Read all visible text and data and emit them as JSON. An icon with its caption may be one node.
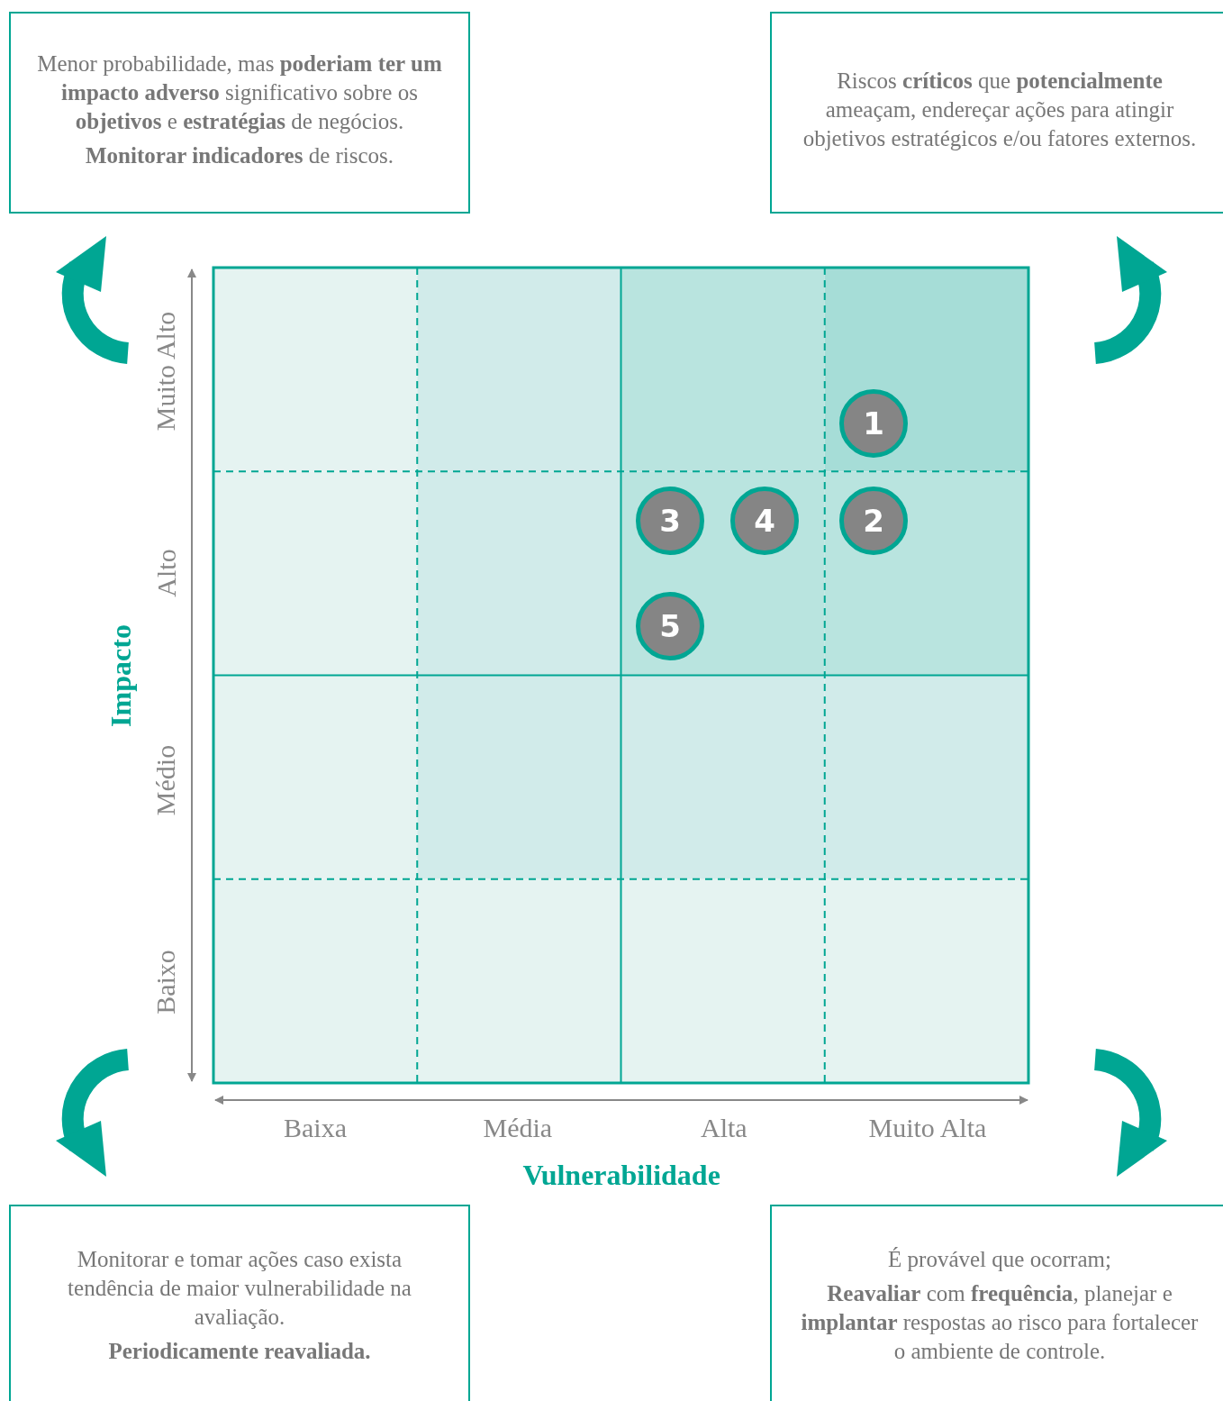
{
  "diagram": {
    "nodes": [
      {
        "text": [
          "Menor probabilidade, mas **poderiam ter um impacto adverso** significativo sobre os **objetivos** e **estratégias** de negócios.",
          "**Monitorar indicadores** de riscos."
        ]
      },
      {
        "text": [
          "Riscos **críticos** que **potencialmente** ameaçam, endereçar ações para atingir objetivos estratégicos e/ou fatores externos."
        ]
      },
      {
        "text": [
          "Monitorar e tomar ações caso exista tendência de maior vulnerabilidade na avaliação.",
          "Periodicamente reavaliada."
        ]
      },
      {
        "text": [
          "É provável que ocorram;",
          "**Reavaliar** com **frequência**, planejar e **implantar** respostas ao risco para fortalecer o ambiente de controle."
        ]
      },
      {
        "text": [
          "1"
        ]
      },
      {
        "text": [
          "3"
        ]
      },
      {
        "text": [
          "4"
        ]
      },
      {
        "text": [
          "2"
        ]
      },
      {
        "text": [
          "5"
        ]
      }
    ],
    "labels": [
      "Muito Alto",
      "Alto",
      "Impacto",
      "Médio",
      "Baixo",
      "Baixa",
      "Média",
      "Alta",
      "Muito Alta",
      "Vulnerabilidade"
    ]
  }
}
